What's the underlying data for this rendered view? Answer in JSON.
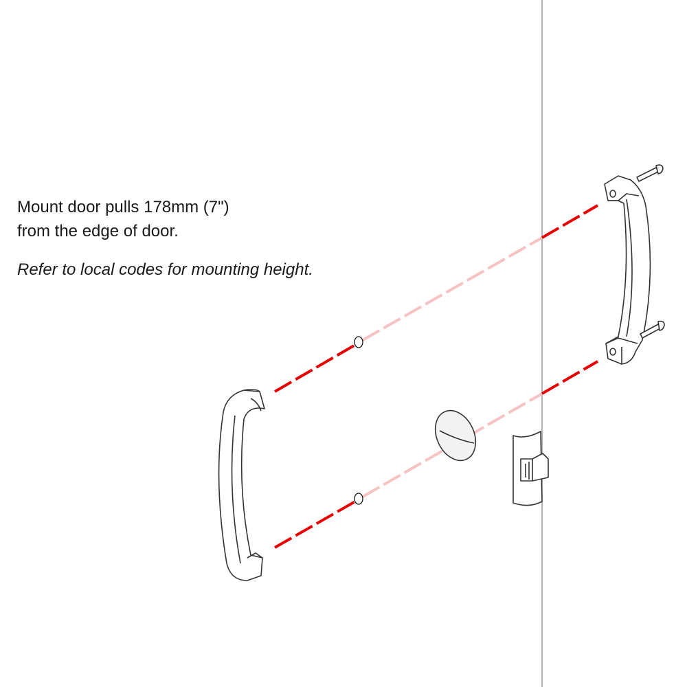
{
  "instructions": {
    "line1": "Mount door pulls 178mm (7\")",
    "line2": "from the edge of door.",
    "note": "Refer to local codes for mounting height."
  },
  "colors": {
    "guide_solid": "#e60000",
    "guide_faded": "#f7c2c2",
    "door_edge": "#999999",
    "outline": "#333333"
  }
}
